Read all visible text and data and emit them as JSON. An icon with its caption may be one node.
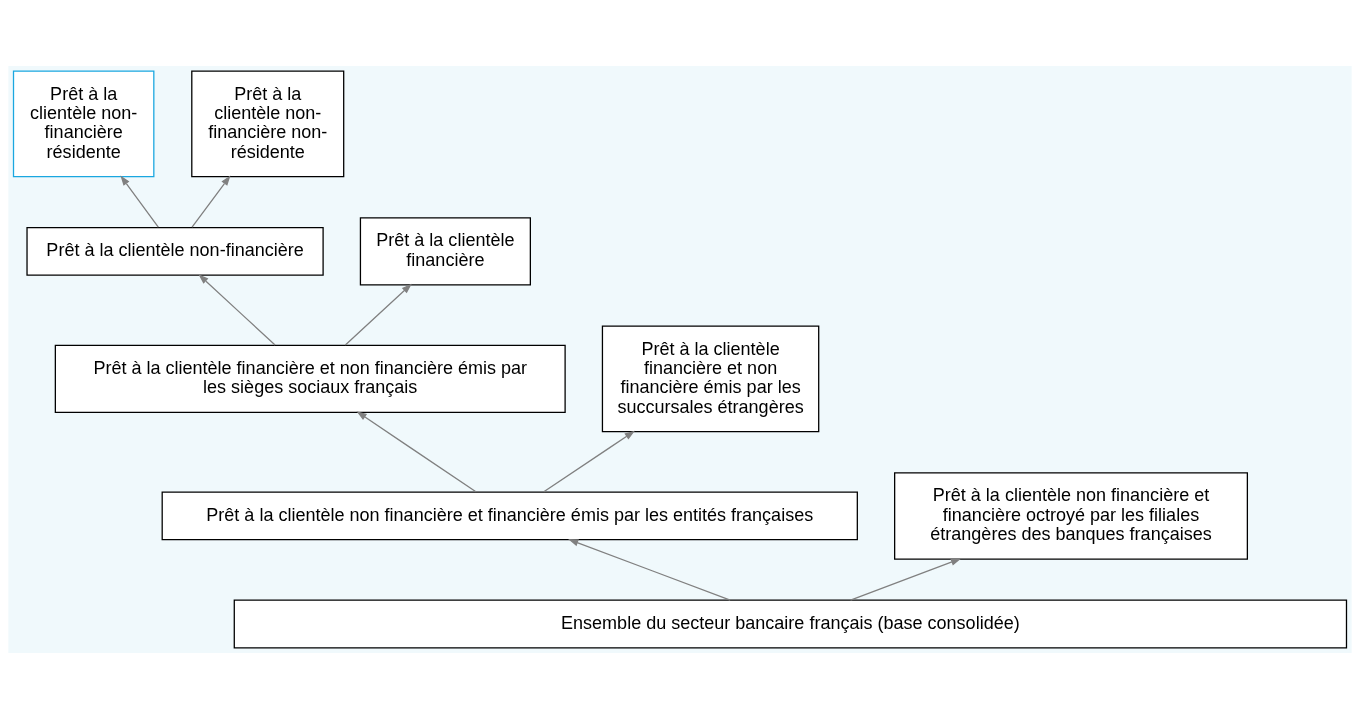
{
  "diagram": {
    "nodes": [
      {
        "text": [
          "Prêt à la clientèle non-financière résidente"
        ]
      },
      {
        "text": [
          "Prêt à la clientèle non-financière non-résidente"
        ]
      },
      {
        "text": [
          "Prêt à la clientèle non-financière"
        ]
      },
      {
        "text": [
          "Prêt à la clientèle financière"
        ]
      },
      {
        "text": [
          "Prêt à la clientèle financière et non financière émis par les sièges sociaux français"
        ]
      },
      {
        "text": [
          "Prêt à la clientèle financière et non financière émis par les succursales étrangères"
        ]
      },
      {
        "text": [
          "Prêt à la clientèle non financière et financière émis par les entités françaises"
        ]
      },
      {
        "text": [
          "Prêt à la clientèle non financière et financière octroyé par les filiales étrangères des banques françaises"
        ]
      },
      {
        "text": [
          "Ensemble du secteur bancaire français (base consolidée)"
        ]
      }
    ],
    "edges": [
      {
        "from": 2,
        "to": 0,
        "arrow": "to"
      },
      {
        "from": 2,
        "to": 1,
        "arrow": "to"
      },
      {
        "from": 4,
        "to": 2,
        "arrow": "to"
      },
      {
        "from": 4,
        "to": 3,
        "arrow": "to"
      },
      {
        "from": 6,
        "to": 4,
        "arrow": "to"
      },
      {
        "from": 6,
        "to": 5,
        "arrow": "to"
      },
      {
        "from": 8,
        "to": 6,
        "arrow": "to"
      },
      {
        "from": 8,
        "to": 7,
        "arrow": "to"
      }
    ]
  }
}
